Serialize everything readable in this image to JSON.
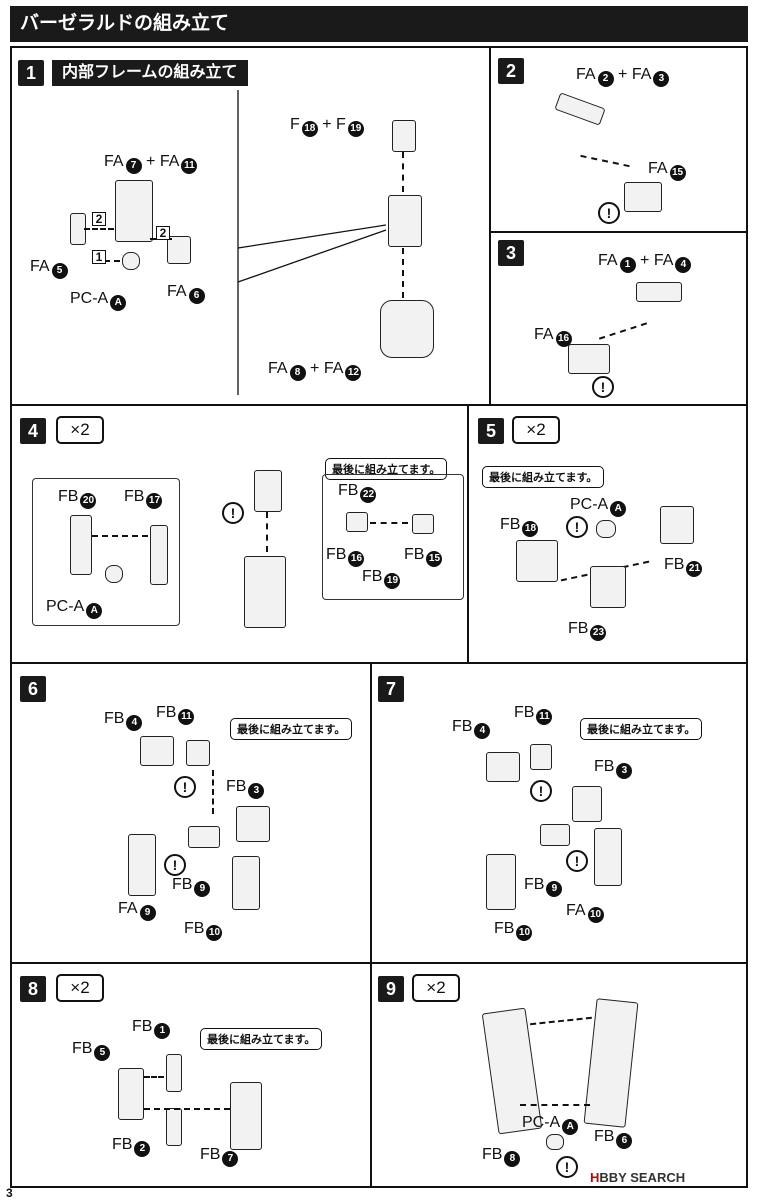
{
  "header": {
    "title": "バーゼラルドの組み立て"
  },
  "steps": {
    "s1": {
      "num": "1",
      "title": "内部フレームの組み立て",
      "labels": {
        "fa7_11": "FA",
        "fa5": "FA",
        "pca": "PC-A",
        "fa6": "FA",
        "f18_19": "F",
        "fa8_12": "FA"
      },
      "circles": {
        "c7": "7",
        "c11": "11",
        "c5": "5",
        "cA": "A",
        "c6": "6",
        "c18": "18",
        "c19": "19",
        "c8": "8",
        "c12": "12"
      },
      "plus": "+",
      "sub": [
        "2",
        "2",
        "1"
      ]
    },
    "s2": {
      "num": "2",
      "labels": {
        "fa2_3": "FA",
        "fa15": "FA"
      },
      "circles": {
        "c2": "2",
        "c3": "3",
        "c15": "15"
      },
      "plus": "+"
    },
    "s3": {
      "num": "3",
      "labels": {
        "fa1_4": "FA",
        "fa16": "FA"
      },
      "circles": {
        "c1": "1",
        "c4": "4",
        "c16": "16"
      },
      "plus": "+"
    },
    "s4": {
      "num": "4",
      "mult": "×2",
      "labels": {
        "fb20": "FB",
        "fb17": "FB",
        "pca": "PC-A",
        "fb22": "FB",
        "fb16": "FB",
        "fb15": "FB",
        "fb19": "FB"
      },
      "circles": {
        "c20": "20",
        "c17": "17",
        "cA": "A",
        "c22": "22",
        "c16": "16",
        "c15": "15",
        "c19": "19"
      },
      "note": "最後に組み立てます。"
    },
    "s5": {
      "num": "5",
      "mult": "×2",
      "labels": {
        "fb18": "FB",
        "pca": "PC-A",
        "fb21": "FB",
        "fb23": "FB"
      },
      "circles": {
        "c18": "18",
        "cA": "A",
        "c21": "21",
        "c23": "23"
      },
      "note": "最後に組み立てます。"
    },
    "s6": {
      "num": "6",
      "labels": {
        "fb4": "FB",
        "fb11": "FB",
        "fb3": "FB",
        "fa9": "FA",
        "fb9": "FB",
        "fb10": "FB"
      },
      "circles": {
        "c4": "4",
        "c11": "11",
        "c3": "3",
        "c9a": "9",
        "c9b": "9",
        "c10": "10"
      },
      "note": "最後に組み立てます。"
    },
    "s7": {
      "num": "7",
      "labels": {
        "fb4": "FB",
        "fb11": "FB",
        "fb3": "FB",
        "fb9": "FB",
        "fb10": "FB",
        "fa10": "FA"
      },
      "circles": {
        "c4": "4",
        "c11": "11",
        "c3": "3",
        "c9": "9",
        "c10a": "10",
        "c10b": "10"
      },
      "note": "最後に組み立てます。"
    },
    "s8": {
      "num": "8",
      "mult": "×2",
      "labels": {
        "fb1": "FB",
        "fb5": "FB",
        "fb2": "FB",
        "fb7": "FB"
      },
      "circles": {
        "c1": "1",
        "c5": "5",
        "c2": "2",
        "c7": "7"
      },
      "note": "最後に組み立てます。"
    },
    "s9": {
      "num": "9",
      "mult": "×2",
      "labels": {
        "pca": "PC-A",
        "fb8": "FB",
        "fb6": "FB"
      },
      "circles": {
        "cA": "A",
        "c8": "8",
        "c6": "6"
      }
    }
  },
  "warn": "!",
  "footer": {
    "page": "3",
    "logo_a": "H",
    "logo_b": "BBY SEARCH"
  }
}
